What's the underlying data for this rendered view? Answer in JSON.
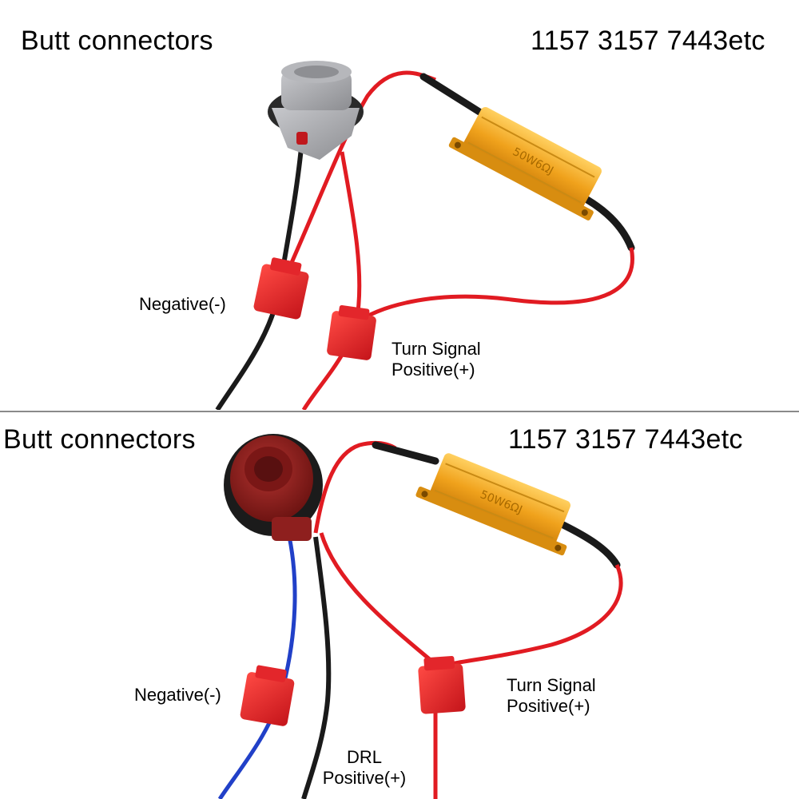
{
  "panels": [
    {
      "title_left": "Butt  connectors",
      "title_right": "1157 3157 7443etc",
      "labels": {
        "negative": "Negative(-)",
        "turn_signal_line1": "Turn Signal",
        "turn_signal_line2": "Positive(+)"
      },
      "resistor_marking": "50W6ΩJ",
      "socket_color": "gray",
      "wire_colors": [
        "black",
        "red"
      ]
    },
    {
      "title_left": "Butt  connectors",
      "title_right": "1157 3157 7443etc",
      "labels": {
        "negative": "Negative(-)",
        "turn_signal_line1": "Turn Signal",
        "turn_signal_line2": "Positive(+)",
        "drl_line1": "DRL",
        "drl_line2": "Positive(+)"
      },
      "resistor_marking": "50W6ΩJ",
      "socket_color": "dark red",
      "wire_colors": [
        "blue",
        "black",
        "red"
      ]
    }
  ],
  "colors": {
    "wire_red": "#e11b22",
    "wire_black": "#1a1a1a",
    "wire_blue": "#2140c8",
    "resistor_gold": "#f0a21c",
    "connector_red": "#e3262b",
    "socket_gray": "#a9aaae",
    "socket_darkred": "#8e1f1e"
  }
}
